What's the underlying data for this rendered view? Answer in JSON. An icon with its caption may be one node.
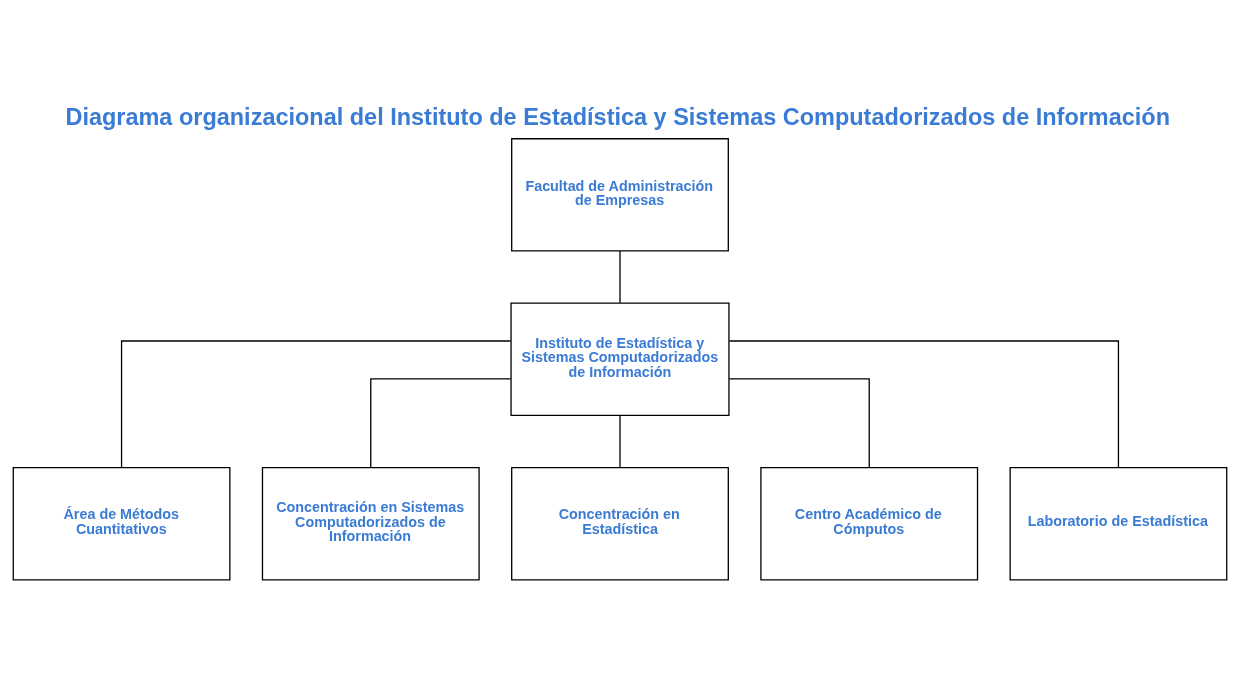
{
  "diagram": {
    "title": "Diagrama organizacional del Instituto de Estadística y Sistemas Computadorizados de Información",
    "nodes": [
      {
        "text": [
          "Facultad de Administración de Empresas"
        ]
      },
      {
        "text": [
          "Instituto de Estadística y Sistemas Computadorizados de Información"
        ]
      },
      {
        "text": [
          "Área de Métodos Cuantitativos"
        ]
      },
      {
        "text": [
          "Concentración en Sistemas Computadorizados de Información"
        ]
      },
      {
        "text": [
          "Concentración en Estadística"
        ]
      },
      {
        "text": [
          "Centro Académico de Cómputos"
        ]
      },
      {
        "text": [
          "Laboratorio de Estadística"
        ]
      }
    ],
    "edges": [
      {
        "from": 0,
        "to": 1,
        "arrow": "none"
      },
      {
        "from": 1,
        "to": 2,
        "arrow": "none"
      },
      {
        "from": 1,
        "to": 3,
        "arrow": "none"
      },
      {
        "from": 1,
        "to": 4,
        "arrow": "none"
      },
      {
        "from": 1,
        "to": 5,
        "arrow": "none"
      },
      {
        "from": 1,
        "to": 6,
        "arrow": "none"
      }
    ]
  }
}
